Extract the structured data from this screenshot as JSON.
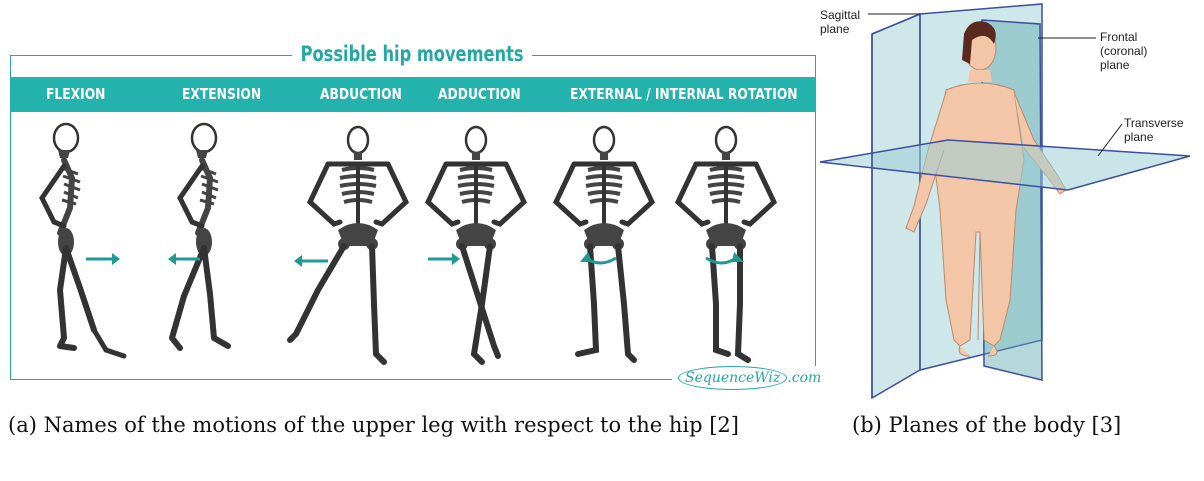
{
  "panel_a": {
    "title": "Possible hip movements",
    "movements": [
      "FLEXION",
      "EXTENSION",
      "ABDUCTION",
      "ADDUCTION",
      "EXTERNAL / INTERNAL ROTATION"
    ],
    "watermark_brand": "SequenceWiz",
    "watermark_suffix": ".com",
    "caption": "(a) Names of the motions of the upper leg with respect to the hip [2]",
    "accent_color": "#23b3ac"
  },
  "panel_b": {
    "labels": {
      "sagittal": "Sagittal plane",
      "frontal_1": "Frontal",
      "frontal_2": "(coronal)",
      "frontal_3": "plane",
      "transverse_1": "Transverse",
      "transverse_2": "plane"
    },
    "caption": "(b) Planes of the body [3]"
  }
}
